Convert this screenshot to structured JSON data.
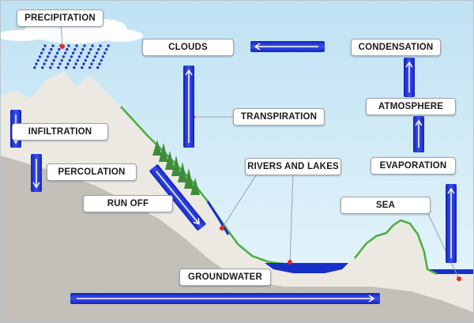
{
  "labels": {
    "precipitation": "PRECIPITATION",
    "clouds": "CLOUDS",
    "condensation": "CONDENSATION",
    "atmosphere": "ATMOSPHERE",
    "transpiration": "TRANSPIRATION",
    "infiltration": "INFILTRATION",
    "percolation": "PERCOLATION",
    "rivers_and_lakes": "RIVERS AND LAKES",
    "evaporation": "EVAPORATION",
    "run_off": "RUN OFF",
    "sea": "SEA",
    "groundwater": "GROUNDWATER"
  },
  "colors": {
    "sky_top": "#bfe2f3",
    "sky_bottom": "#eaf6fc",
    "mountain": "#ece9e2",
    "ground": "#c2c0b8",
    "grass": "#4cae3f",
    "water": "#1730c8",
    "arrow": "#1a2fd0",
    "pointer_dot": "#e8281e",
    "precip_drop": "#2438c8"
  }
}
